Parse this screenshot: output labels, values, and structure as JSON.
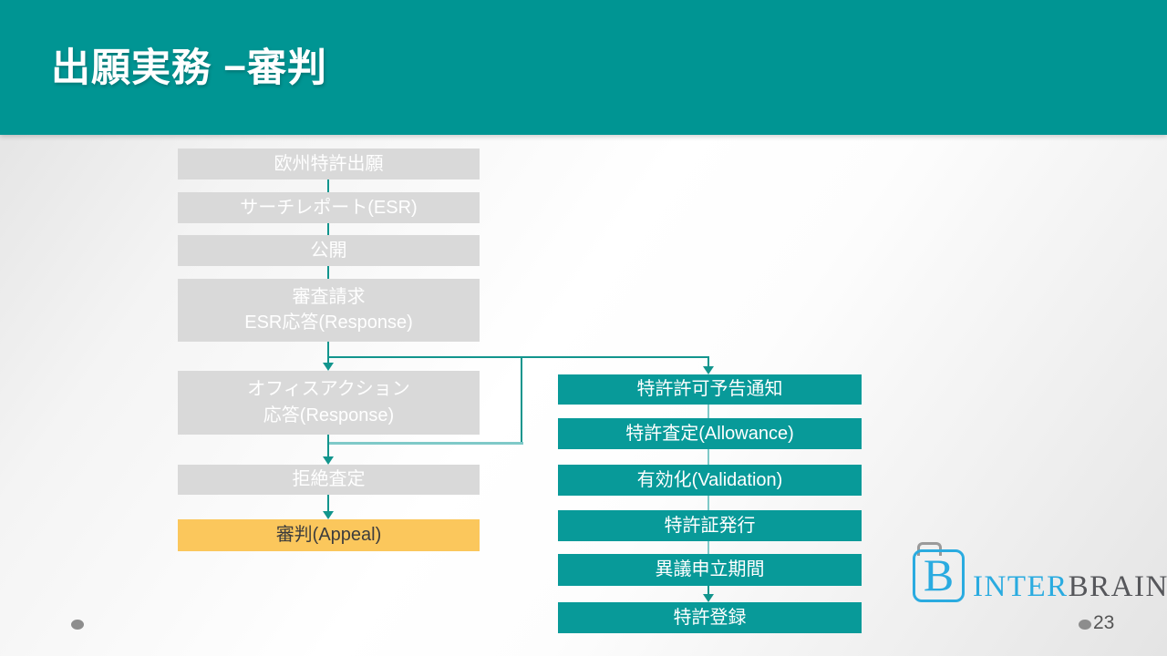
{
  "slide": {
    "title": "出願実務 −審判",
    "page_number": "23"
  },
  "left_flow": {
    "boxes": [
      {
        "label": "欧州特許出願"
      },
      {
        "label": "サーチレポート(ESR)"
      },
      {
        "label": "公開"
      },
      {
        "line1": "審査請求",
        "line2": "ESR応答(Response)"
      },
      {
        "line1": "オフィスアクション",
        "line2": "応答(Response)"
      },
      {
        "label": "拒絶査定"
      },
      {
        "label": "審判(Appeal)"
      }
    ]
  },
  "right_flow": {
    "boxes": [
      {
        "label": "特許許可予告通知"
      },
      {
        "label": "特許査定(Allowance)"
      },
      {
        "label": "有効化(Validation)"
      },
      {
        "label": "特許証発行"
      },
      {
        "label": "異議申立期間"
      },
      {
        "label": "特許登録"
      }
    ]
  },
  "logo": {
    "mark_letter": "B",
    "name_part1": "INTER",
    "name_part2": "BRAIN"
  },
  "colors": {
    "header_teal": "#009593",
    "box_gray": "#d9d9d9",
    "box_teal": "#089a99",
    "box_orange": "#fbc75c",
    "flow_line_dark": "#12958d",
    "flow_line_light": "#7fc9c8",
    "logo_blue": "#2aabe0",
    "logo_gray": "#56575b"
  }
}
